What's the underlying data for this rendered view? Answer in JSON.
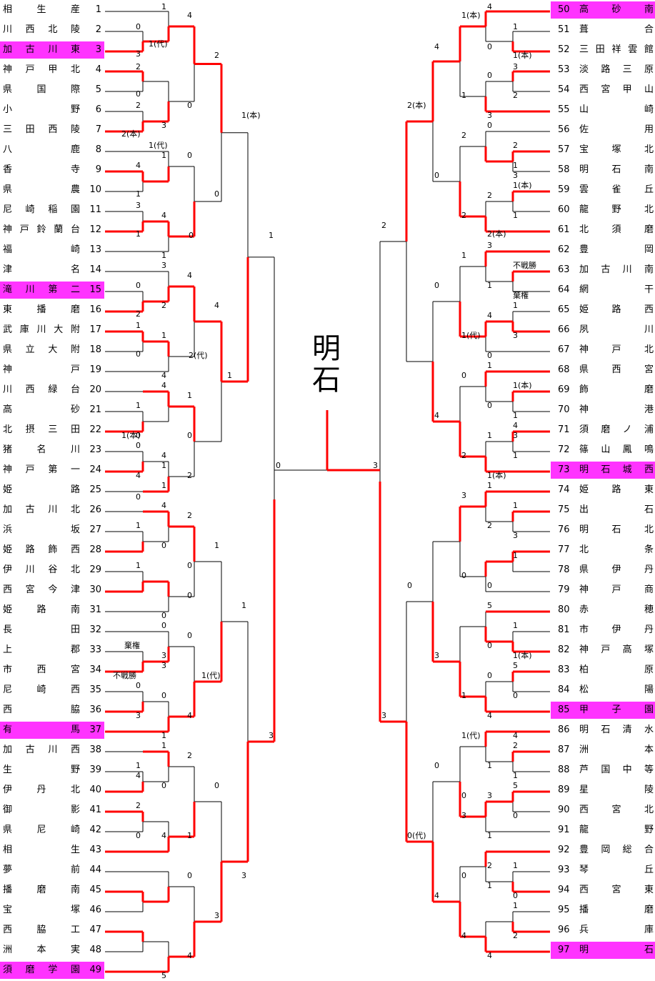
{
  "champion": "明石",
  "highlight_color": "#ff33ff",
  "line_color": "#ff0000",
  "left_teams": [
    {
      "no": "1",
      "name": "相生産",
      "hl": false
    },
    {
      "no": "2",
      "name": "川西北陵",
      "hl": false
    },
    {
      "no": "3",
      "name": "加古川東",
      "hl": true
    },
    {
      "no": "4",
      "name": "神戸甲北",
      "hl": false
    },
    {
      "no": "5",
      "name": "県国際",
      "hl": false
    },
    {
      "no": "6",
      "name": "小野",
      "hl": false
    },
    {
      "no": "7",
      "name": "三田西陵",
      "hl": false
    },
    {
      "no": "8",
      "name": "八鹿",
      "hl": false
    },
    {
      "no": "9",
      "name": "香寺",
      "hl": false
    },
    {
      "no": "10",
      "name": "県農",
      "hl": false
    },
    {
      "no": "11",
      "name": "尼崎稲園",
      "hl": false
    },
    {
      "no": "12",
      "name": "神戸鈴蘭台",
      "hl": false
    },
    {
      "no": "13",
      "name": "福崎",
      "hl": false
    },
    {
      "no": "14",
      "name": "津名",
      "hl": false
    },
    {
      "no": "15",
      "name": "滝川第二",
      "hl": true
    },
    {
      "no": "16",
      "name": "東播磨",
      "hl": false
    },
    {
      "no": "17",
      "name": "武庫川大附",
      "hl": false
    },
    {
      "no": "18",
      "name": "県立大附",
      "hl": false
    },
    {
      "no": "19",
      "name": "神戸",
      "hl": false
    },
    {
      "no": "20",
      "name": "川西緑台",
      "hl": false
    },
    {
      "no": "21",
      "name": "高砂",
      "hl": false
    },
    {
      "no": "22",
      "name": "北摂三田",
      "hl": false
    },
    {
      "no": "23",
      "name": "猪名川",
      "hl": false
    },
    {
      "no": "24",
      "name": "神戸第一",
      "hl": false
    },
    {
      "no": "25",
      "name": "姫路",
      "hl": false
    },
    {
      "no": "26",
      "name": "加古川北",
      "hl": false
    },
    {
      "no": "27",
      "name": "浜坂",
      "hl": false
    },
    {
      "no": "28",
      "name": "姫路飾西",
      "hl": false
    },
    {
      "no": "29",
      "name": "伊川谷北",
      "hl": false
    },
    {
      "no": "30",
      "name": "西宮今津",
      "hl": false
    },
    {
      "no": "31",
      "name": "姫路南",
      "hl": false
    },
    {
      "no": "32",
      "name": "長田",
      "hl": false
    },
    {
      "no": "33",
      "name": "上郡",
      "hl": false
    },
    {
      "no": "34",
      "name": "市西宮",
      "hl": false
    },
    {
      "no": "35",
      "name": "尼崎西",
      "hl": false
    },
    {
      "no": "36",
      "name": "西脇",
      "hl": false
    },
    {
      "no": "37",
      "name": "有馬",
      "hl": true
    },
    {
      "no": "38",
      "name": "加古川西",
      "hl": false
    },
    {
      "no": "39",
      "name": "生野",
      "hl": false
    },
    {
      "no": "40",
      "name": "伊丹北",
      "hl": false
    },
    {
      "no": "41",
      "name": "御影",
      "hl": false
    },
    {
      "no": "42",
      "name": "県尼崎",
      "hl": false
    },
    {
      "no": "43",
      "name": "相生",
      "hl": false
    },
    {
      "no": "44",
      "name": "夢前",
      "hl": false
    },
    {
      "no": "45",
      "name": "播磨南",
      "hl": false
    },
    {
      "no": "46",
      "name": "宝塚",
      "hl": false
    },
    {
      "no": "47",
      "name": "西脇工",
      "hl": false
    },
    {
      "no": "48",
      "name": "洲本実",
      "hl": false
    },
    {
      "no": "49",
      "name": "須磨学園",
      "hl": true
    }
  ],
  "right_teams": [
    {
      "no": "50",
      "name": "高砂南",
      "hl": true
    },
    {
      "no": "51",
      "name": "葺合",
      "hl": false
    },
    {
      "no": "52",
      "name": "三田祥雲館",
      "hl": false
    },
    {
      "no": "53",
      "name": "淡路三原",
      "hl": false
    },
    {
      "no": "54",
      "name": "西宮甲山",
      "hl": false
    },
    {
      "no": "55",
      "name": "山崎",
      "hl": false
    },
    {
      "no": "56",
      "name": "佐用",
      "hl": false
    },
    {
      "no": "57",
      "name": "宝塚北",
      "hl": false
    },
    {
      "no": "58",
      "name": "明石南",
      "hl": false
    },
    {
      "no": "59",
      "name": "雲雀丘",
      "hl": false
    },
    {
      "no": "60",
      "name": "龍野北",
      "hl": false
    },
    {
      "no": "61",
      "name": "北須磨",
      "hl": false
    },
    {
      "no": "62",
      "name": "豊岡",
      "hl": false
    },
    {
      "no": "63",
      "name": "加古川南",
      "hl": false
    },
    {
      "no": "64",
      "name": "網干",
      "hl": false
    },
    {
      "no": "65",
      "name": "姫路西",
      "hl": false
    },
    {
      "no": "66",
      "name": "夙川",
      "hl": false
    },
    {
      "no": "67",
      "name": "神戸北",
      "hl": false
    },
    {
      "no": "68",
      "name": "県西宮",
      "hl": false
    },
    {
      "no": "69",
      "name": "飾磨",
      "hl": false
    },
    {
      "no": "70",
      "name": "神港",
      "hl": false
    },
    {
      "no": "71",
      "name": "須磨ノ浦",
      "hl": false
    },
    {
      "no": "72",
      "name": "篠山鳳鳴",
      "hl": false
    },
    {
      "no": "73",
      "name": "明石城西",
      "hl": true
    },
    {
      "no": "74",
      "name": "姫路東",
      "hl": false
    },
    {
      "no": "75",
      "name": "出石",
      "hl": false
    },
    {
      "no": "76",
      "name": "明石北",
      "hl": false
    },
    {
      "no": "77",
      "name": "北条",
      "hl": false
    },
    {
      "no": "78",
      "name": "県伊丹",
      "hl": false
    },
    {
      "no": "79",
      "name": "神戸商",
      "hl": false
    },
    {
      "no": "80",
      "name": "赤穂",
      "hl": false
    },
    {
      "no": "81",
      "name": "市伊丹",
      "hl": false
    },
    {
      "no": "82",
      "name": "神戸高塚",
      "hl": false
    },
    {
      "no": "83",
      "name": "柏原",
      "hl": false
    },
    {
      "no": "84",
      "name": "松陽",
      "hl": false
    },
    {
      "no": "85",
      "name": "甲子園",
      "hl": true
    },
    {
      "no": "86",
      "name": "明石清水",
      "hl": false
    },
    {
      "no": "87",
      "name": "洲本",
      "hl": false
    },
    {
      "no": "88",
      "name": "芦国中等",
      "hl": false
    },
    {
      "no": "89",
      "name": "星陵",
      "hl": false
    },
    {
      "no": "90",
      "name": "西宮北",
      "hl": false
    },
    {
      "no": "91",
      "name": "龍野",
      "hl": false
    },
    {
      "no": "92",
      "name": "豊岡総合",
      "hl": false
    },
    {
      "no": "93",
      "name": "琴丘",
      "hl": false
    },
    {
      "no": "94",
      "name": "西宮東",
      "hl": false
    },
    {
      "no": "95",
      "name": "播磨",
      "hl": false
    },
    {
      "no": "96",
      "name": "兵庫",
      "hl": false
    },
    {
      "no": "97",
      "name": "明石",
      "hl": true
    }
  ],
  "score_labels": [
    {
      "t": "1",
      "s": "L1"
    },
    {
      "t": "0",
      "s": "L2"
    },
    {
      "t": "3",
      "s": "L3"
    },
    {
      "t": "1(代)",
      "s": "L4"
    },
    {
      "t": "4",
      "s": "L5"
    },
    {
      "t": "2",
      "s": "L6"
    },
    {
      "t": "0",
      "s": "L7"
    },
    {
      "t": "0",
      "s": "L8"
    },
    {
      "t": "2",
      "s": "L9"
    },
    {
      "t": "2(本)",
      "s": "L10"
    },
    {
      "t": "3",
      "s": "L11"
    },
    {
      "t": "0",
      "s": "L12"
    },
    {
      "t": "2",
      "s": "L13"
    },
    {
      "t": "1(代)",
      "s": "L14"
    },
    {
      "t": "4",
      "s": "L15"
    },
    {
      "t": "1",
      "s": "L16"
    },
    {
      "t": "0",
      "s": "L17"
    },
    {
      "t": "1",
      "s": "L18"
    },
    {
      "t": "3",
      "s": "L19"
    },
    {
      "t": "1",
      "s": "L20"
    },
    {
      "t": "4",
      "s": "L21"
    },
    {
      "t": "0",
      "s": "L22"
    },
    {
      "t": "1",
      "s": "L23"
    },
    {
      "t": "1",
      "s": "L24"
    },
    {
      "t": "3",
      "s": "L25"
    },
    {
      "t": "0",
      "s": "L26"
    },
    {
      "t": "2",
      "s": "L27"
    },
    {
      "t": "4",
      "s": "L28"
    },
    {
      "t": "2",
      "s": "L29"
    },
    {
      "t": "4",
      "s": "L30"
    },
    {
      "t": "1",
      "s": "L31"
    },
    {
      "t": "0",
      "s": "L32"
    },
    {
      "t": "1",
      "s": "L33"
    },
    {
      "t": "2(代)",
      "s": "L34"
    },
    {
      "t": "4",
      "s": "L35"
    },
    {
      "t": "1",
      "s": "L36"
    },
    {
      "t": "1(本)",
      "s": "L37"
    },
    {
      "t": "1",
      "s": "L38"
    },
    {
      "t": "0",
      "s": "L39"
    },
    {
      "t": "0",
      "s": "L40"
    },
    {
      "t": "4",
      "s": "L41"
    },
    {
      "t": "1",
      "s": "L42"
    },
    {
      "t": "0",
      "s": "L43"
    },
    {
      "t": "1(本)",
      "s": "L44"
    },
    {
      "t": "4",
      "s": "L45"
    },
    {
      "t": "1",
      "s": "L46"
    },
    {
      "t": "2",
      "s": "L47"
    },
    {
      "t": "4",
      "s": "L48"
    },
    {
      "t": "0",
      "s": "L49"
    },
    {
      "t": "1",
      "s": "L50"
    },
    {
      "t": "4",
      "s": "L51"
    },
    {
      "t": "1",
      "s": "L52"
    },
    {
      "t": "0",
      "s": "L53"
    },
    {
      "t": "0",
      "s": "L54"
    },
    {
      "t": "1",
      "s": "L55"
    },
    {
      "t": "0",
      "s": "L56"
    },
    {
      "t": "棄権",
      "s": "L57"
    },
    {
      "t": "3",
      "s": "L58"
    },
    {
      "t": "不戦勝",
      "s": "L59"
    },
    {
      "t": "0",
      "s": "L60"
    },
    {
      "t": "3",
      "s": "L61"
    },
    {
      "t": "0",
      "s": "L62"
    },
    {
      "t": "1",
      "s": "L63"
    },
    {
      "t": "4",
      "s": "L64"
    },
    {
      "t": "1(代)",
      "s": "L65"
    },
    {
      "t": "1",
      "s": "L66"
    },
    {
      "t": "1",
      "s": "L67"
    },
    {
      "t": "3",
      "s": "L68"
    },
    {
      "t": "0",
      "s": "L69"
    },
    {
      "t": "2",
      "s": "L70"
    },
    {
      "t": "0",
      "s": "L71"
    },
    {
      "t": "3",
      "s": "L72"
    },
    {
      "t": "0",
      "s": "L73"
    },
    {
      "t": "1",
      "s": "L74"
    },
    {
      "t": "4",
      "s": "L75"
    },
    {
      "t": "0",
      "s": "L76"
    },
    {
      "t": "1",
      "s": "L77"
    },
    {
      "t": "2",
      "s": "L78"
    },
    {
      "t": "0",
      "s": "L79"
    },
    {
      "t": "2",
      "s": "L80"
    },
    {
      "t": "4",
      "s": "L81"
    },
    {
      "t": "0",
      "s": "L82"
    },
    {
      "t": "1",
      "s": "L83"
    },
    {
      "t": "5",
      "s": "L84"
    },
    {
      "t": "4",
      "s": "L85"
    },
    {
      "t": "3",
      "s": "L86"
    },
    {
      "t": "0",
      "s": "L87"
    },
    {
      "t": "3",
      "s": "L88"
    },
    {
      "t": "4",
      "s": "R1"
    },
    {
      "t": "1(本)",
      "s": "R2"
    },
    {
      "t": "1",
      "s": "R3"
    },
    {
      "t": "0",
      "s": "R4"
    },
    {
      "t": "1(本)",
      "s": "R5"
    },
    {
      "t": "3",
      "s": "R6"
    },
    {
      "t": "0",
      "s": "R7"
    },
    {
      "t": "2",
      "s": "R8"
    },
    {
      "t": "1",
      "s": "R9"
    },
    {
      "t": "3",
      "s": "R10"
    },
    {
      "t": "4",
      "s": "R11"
    },
    {
      "t": "0",
      "s": "R12"
    },
    {
      "t": "2(本)",
      "s": "R13"
    },
    {
      "t": "3",
      "s": "R14"
    },
    {
      "t": "1",
      "s": "R15"
    },
    {
      "t": "2",
      "s": "R16"
    },
    {
      "t": "1(本)",
      "s": "R17"
    },
    {
      "t": "2",
      "s": "R18"
    },
    {
      "t": "1",
      "s": "R19"
    },
    {
      "t": "2(本)",
      "s": "R20"
    },
    {
      "t": "2",
      "s": "R21"
    },
    {
      "t": "0",
      "s": "R22"
    },
    {
      "t": "2",
      "s": "R23"
    },
    {
      "t": "3",
      "s": "R24"
    },
    {
      "t": "不戦勝",
      "s": "R25"
    },
    {
      "t": "1",
      "s": "R26"
    },
    {
      "t": "棄権",
      "s": "R27"
    },
    {
      "t": "0",
      "s": "R28"
    },
    {
      "t": "1",
      "s": "R29"
    },
    {
      "t": "1",
      "s": "R30"
    },
    {
      "t": "4",
      "s": "R31"
    },
    {
      "t": "3",
      "s": "R32"
    },
    {
      "t": "1(代)",
      "s": "R33"
    },
    {
      "t": "0",
      "s": "R34"
    },
    {
      "t": "1",
      "s": "R35"
    },
    {
      "t": "1(本)",
      "s": "R36"
    },
    {
      "t": "0",
      "s": "R37"
    },
    {
      "t": "1",
      "s": "R38"
    },
    {
      "t": "4",
      "s": "R39"
    },
    {
      "t": "0",
      "s": "R40"
    },
    {
      "t": "1",
      "s": "R41"
    },
    {
      "t": "2",
      "s": "R42"
    },
    {
      "t": "1(本)",
      "s": "R43"
    },
    {
      "t": "4",
      "s": "R44"
    },
    {
      "t": "1",
      "s": "R45"
    },
    {
      "t": "2",
      "s": "R46"
    },
    {
      "t": "3",
      "s": "R47"
    },
    {
      "t": "3",
      "s": "R48"
    },
    {
      "t": "1",
      "s": "R49"
    },
    {
      "t": "1",
      "s": "R50"
    },
    {
      "t": "3",
      "s": "R51"
    },
    {
      "t": "2",
      "s": "R52"
    },
    {
      "t": "0",
      "s": "R53"
    },
    {
      "t": "1",
      "s": "R54"
    },
    {
      "t": "0",
      "s": "R55"
    },
    {
      "t": "5",
      "s": "R56"
    },
    {
      "t": "1",
      "s": "R57"
    },
    {
      "t": "0",
      "s": "R58"
    },
    {
      "t": "1(本)",
      "s": "R59"
    },
    {
      "t": "3",
      "s": "R60"
    },
    {
      "t": "5",
      "s": "R61"
    },
    {
      "t": "0",
      "s": "R62"
    },
    {
      "t": "0",
      "s": "R63"
    },
    {
      "t": "1",
      "s": "R64"
    },
    {
      "t": "4",
      "s": "R65"
    },
    {
      "t": "0",
      "s": "R66"
    },
    {
      "t": "3",
      "s": "R67"
    },
    {
      "t": "4",
      "s": "R68"
    },
    {
      "t": "1(代)",
      "s": "R69"
    },
    {
      "t": "2",
      "s": "R70"
    },
    {
      "t": "1",
      "s": "R71"
    },
    {
      "t": "0",
      "s": "R72"
    },
    {
      "t": "1",
      "s": "R73"
    },
    {
      "t": "3",
      "s": "R74"
    },
    {
      "t": "5",
      "s": "R75"
    },
    {
      "t": "0",
      "s": "R76"
    },
    {
      "t": "1",
      "s": "R77"
    },
    {
      "t": "0(代)",
      "s": "R78"
    },
    {
      "t": "0",
      "s": "R79"
    },
    {
      "t": "2",
      "s": "R80"
    },
    {
      "t": "1",
      "s": "R81"
    },
    {
      "t": "0",
      "s": "R82"
    },
    {
      "t": "1",
      "s": "R83"
    },
    {
      "t": "4",
      "s": "R84"
    },
    {
      "t": "0",
      "s": "R85"
    },
    {
      "t": "1",
      "s": "R86"
    },
    {
      "t": "2",
      "s": "R87"
    },
    {
      "t": "4",
      "s": "R88"
    },
    {
      "t": "4",
      "s": "R89"
    },
    {
      "t": "3",
      "s": "R90"
    },
    {
      "t": "0",
      "s": "C1"
    },
    {
      "t": "3",
      "s": "C2"
    }
  ]
}
